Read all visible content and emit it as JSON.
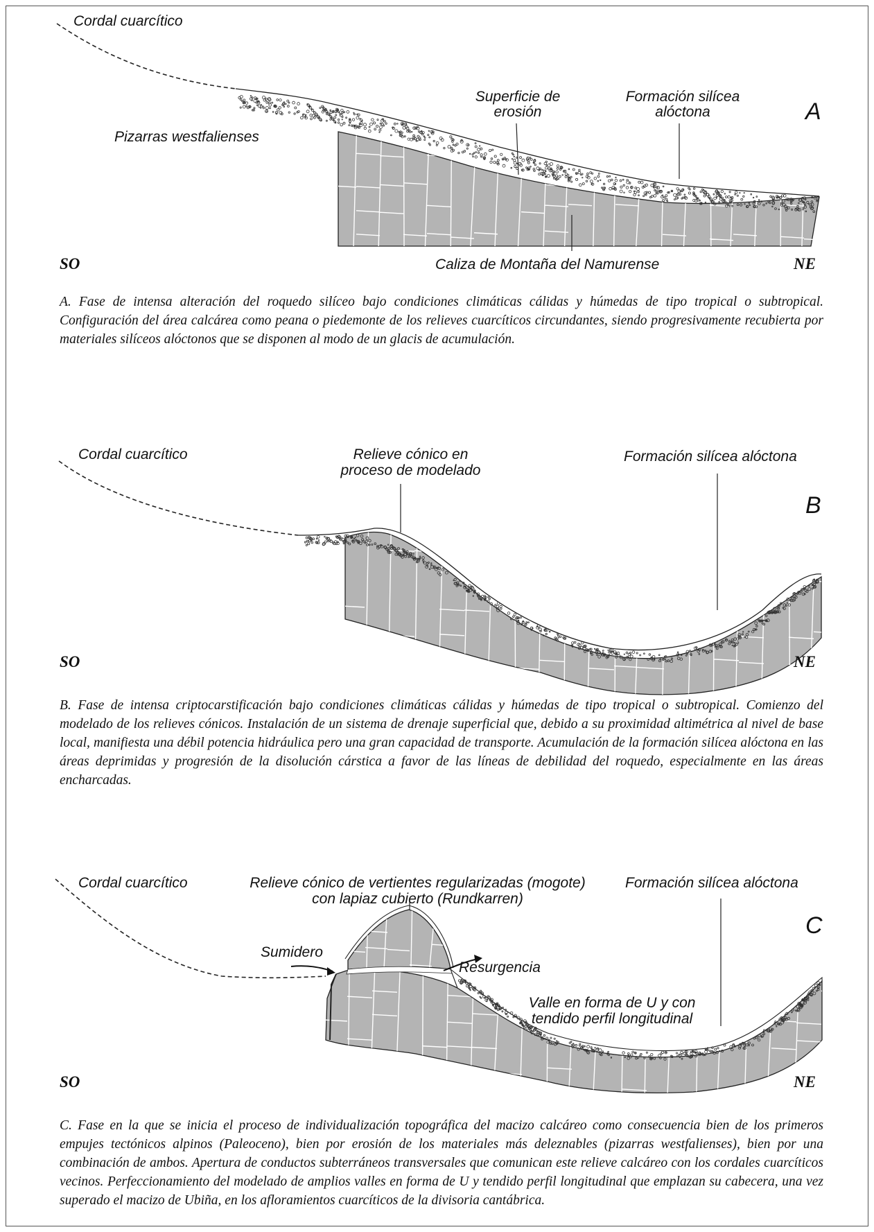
{
  "panels": [
    {
      "letter": "A",
      "direction_left": "SO",
      "direction_right": "NE",
      "labels": {
        "cordal": "Cordal cuarcítico",
        "pizarras": "Pizarras westfalienses",
        "superficie_line1": "Superficie de",
        "superficie_line2": "erosión",
        "formacion_line1": "Formación silícea",
        "formacion_line2": "alóctona",
        "caliza": "Caliza de Montaña del Namurense"
      },
      "caption": "A. Fase de intensa alteración del roquedo silíceo bajo condiciones climáticas cálidas y húmedas de tipo tropical o subtropical. Configuración del área calcárea como peana o piedemonte de los relieves cuarcíticos circundantes, siendo progresivamente recubierta por materiales silíceos alóctonos que se disponen al modo de un glacis de acumulación."
    },
    {
      "letter": "B",
      "direction_left": "SO",
      "direction_right": "NE",
      "labels": {
        "cordal": "Cordal cuarcítico",
        "relieve_line1": "Relieve cónico en",
        "relieve_line2": "proceso de modelado",
        "formacion": "Formación silícea alóctona"
      },
      "caption": "B. Fase de intensa criptocarstificación bajo condiciones climáticas cálidas y húmedas de tipo tropical o subtropical. Comienzo del modelado de los relieves cónicos. Instalación de un sistema de drenaje superficial que, debido a su proximidad altimétrica al nivel de base local, manifiesta una débil potencia hidráulica pero una gran capacidad de transporte. Acumulación de la formación silícea alóctona en las áreas deprimidas y progresión de la disolución cárstica a favor de las líneas de debilidad del roquedo, especialmente en las áreas encharcadas."
    },
    {
      "letter": "C",
      "direction_left": "SO",
      "direction_right": "NE",
      "labels": {
        "cordal": "Cordal cuarcítico",
        "relieve_line1": "Relieve cónico de vertientes regularizadas (mogote)",
        "relieve_line2": "con lapiaz cubierto (Rundkarren)",
        "formacion": "Formación silícea alóctona",
        "sumidero": "Sumidero",
        "resurgencia": "Resurgencia",
        "valle_line1": "Valle en forma de U y con",
        "valle_line2": "tendido perfil longitudinal"
      },
      "caption": "C. Fase en la que se inicia el proceso de individualización topográfica del macizo calcáreo como consecuencia bien de los primeros empujes tectónicos alpinos (Paleoceno), bien por erosión de los materiales más deleznables (pizarras westfalienses), bien por una combinación de ambos. Apertura de conductos subterráneos transversales que comunican este relieve calcáreo con los cordales cuarcíticos vecinos. Perfeccionamiento del modelado de amplios valles en forma de U y tendido perfil longitudinal que emplazan su cabecera, una vez superado el macizo de Ubiña, en los afloramientos cuarcíticos de la divisoria cantábrica."
    }
  ],
  "colors": {
    "limestone": "#b4b4b4",
    "joints": "#ffffff",
    "line": "#222222",
    "regolith": "#ffffff"
  }
}
